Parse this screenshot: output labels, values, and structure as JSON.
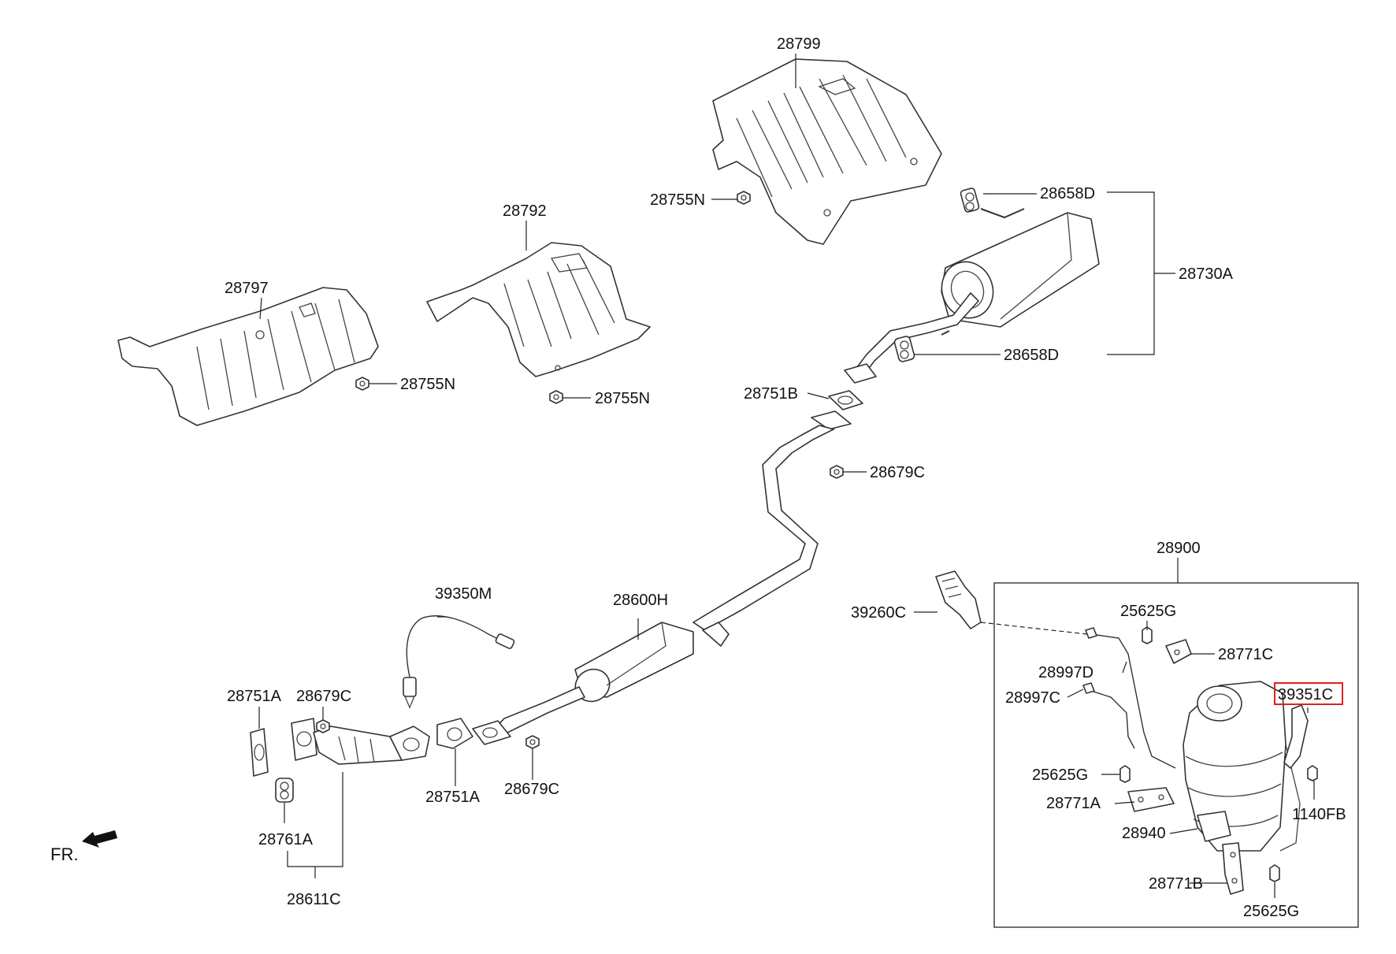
{
  "labels": {
    "p28799": "28799",
    "p28755N_a": "28755N",
    "p28792": "28792",
    "p28797": "28797",
    "p28755N_b": "28755N",
    "p28755N_c": "28755N",
    "p28658D_top": "28658D",
    "p28730A": "28730A",
    "p28658D_bot": "28658D",
    "p28751B": "28751B",
    "p28679C_a": "28679C",
    "p28900": "28900",
    "p39260C": "39260C",
    "p25625G_a": "25625G",
    "p28771C": "28771C",
    "p28997D": "28997D",
    "p39351C": "39351C",
    "p28997C": "28997C",
    "p25625G_b": "25625G",
    "p1140FB": "1140FB",
    "p28771A": "28771A",
    "p28940": "28940",
    "p28771B": "28771B",
    "p25625G_c": "25625G",
    "p39350M": "39350M",
    "p28600H": "28600H",
    "p28751A_a": "28751A",
    "p28679C_b": "28679C",
    "p28751A_b": "28751A",
    "p28679C_c": "28679C",
    "p28761A": "28761A",
    "p28611C": "28611C"
  },
  "front_indicator": "FR.",
  "highlight": {
    "part": "39351C",
    "color": "#e02020"
  },
  "colors": {
    "line": "#333333",
    "background": "#ffffff"
  }
}
